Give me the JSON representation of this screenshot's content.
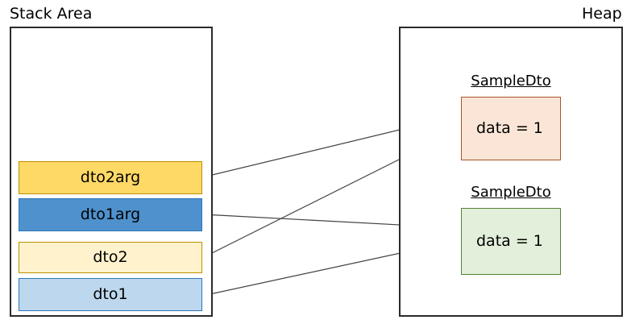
{
  "diagram": {
    "title": "",
    "regions": [
      {
        "id": "stack",
        "label": "Stack Area"
      },
      {
        "id": "heap",
        "label": "Heap"
      }
    ],
    "stack_frames": [
      {
        "id": "dto2arg",
        "label": "dto2arg",
        "fill": "#FFD966",
        "stroke": "#BF8F00"
      },
      {
        "id": "dto1arg",
        "label": "dto1arg",
        "fill": "#4E91CD",
        "stroke": "#2E75B6"
      },
      {
        "id": "dto2",
        "label": "dto2",
        "fill": "#FFF2CC",
        "stroke": "#BF8F00"
      },
      {
        "id": "dto1",
        "label": "dto1",
        "fill": "#BDD7EE",
        "stroke": "#2E75B6"
      }
    ],
    "heap_objects": [
      {
        "id": "obj1",
        "title": "SampleDto",
        "field": "data = 1",
        "fill": "#FBE5D6",
        "stroke": "#A6552A"
      },
      {
        "id": "obj2",
        "title": "SampleDto",
        "field": "data = 1",
        "fill": "#E2EFDA",
        "stroke": "#548235"
      }
    ],
    "references": [
      {
        "from": "dto2arg",
        "to": "obj1"
      },
      {
        "from": "dto1arg",
        "to": "obj2"
      },
      {
        "from": "dto2",
        "to": "obj1"
      },
      {
        "from": "dto1",
        "to": "obj2"
      }
    ],
    "colors": {
      "border": "#2b2b2b",
      "arrow": "#404040",
      "background": "#ffffff"
    }
  }
}
